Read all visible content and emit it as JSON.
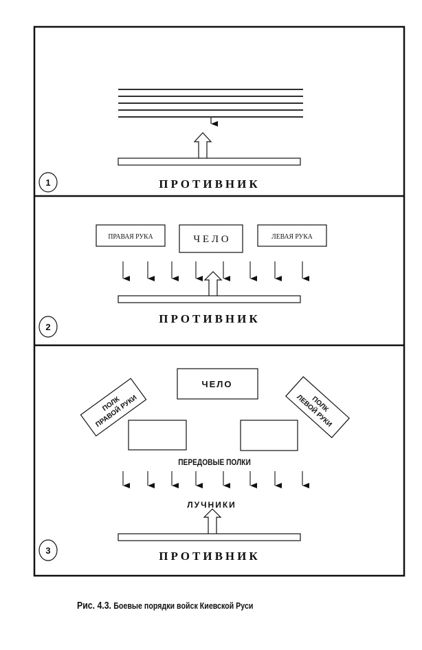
{
  "figure": {
    "caption_number": "Рис. 4.3.",
    "caption_text": "Боевые порядки войск Киевской Руси",
    "ink_color": "#111111",
    "background": "#ffffff"
  },
  "panels": [
    {
      "number": "1",
      "enemy_label": "ПРОТИВНИК",
      "line_count": 5
    },
    {
      "number": "2",
      "enemy_label": "ПРОТИВНИК",
      "units": {
        "right_hand": "ПРАВАЯ РУКА",
        "center": "Ч Е Л О",
        "left_hand": "ЛЕВАЯ РУКА"
      },
      "arrow_count": 8
    },
    {
      "number": "3",
      "enemy_label": "ПРОТИВНИК",
      "units": {
        "center": "ЧЕЛО",
        "right_hand_line1": "ПОЛК",
        "right_hand_line2": "ПРАВОЙ РУКИ",
        "left_hand_line1": "ПОЛК",
        "left_hand_line2": "ЛЕВОЙ РУКИ",
        "vanguard_label": "ПЕРЕДОВЫЕ ПОЛКИ",
        "archers_label": "ЛУЧНИКИ"
      },
      "arrow_count": 8
    }
  ]
}
